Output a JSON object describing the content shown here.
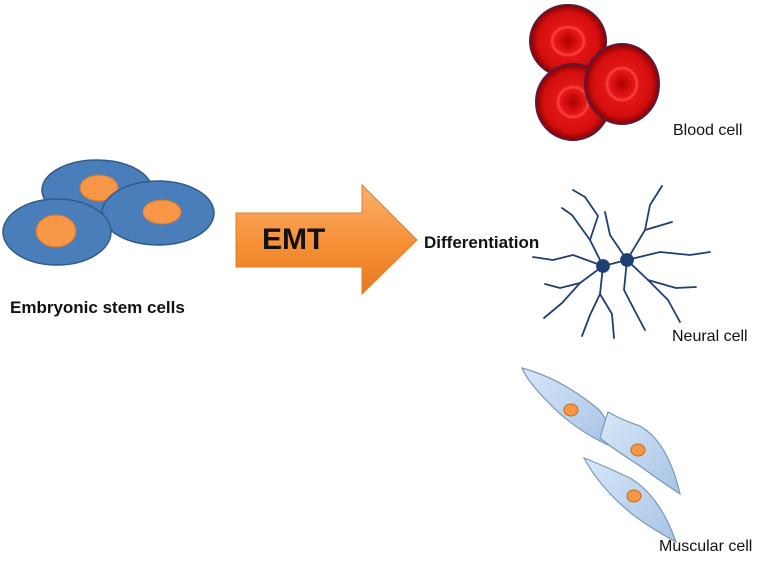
{
  "diagram": {
    "source_label": "Embryonic stem cells",
    "arrow_label": "EMT",
    "process_label": "Differentiation",
    "targets": [
      {
        "label": "Blood cell",
        "icon": "red-blood-cells-icon"
      },
      {
        "label": "Neural cell",
        "icon": "neuron-icon"
      },
      {
        "label": "Muscular cell",
        "icon": "muscle-cells-icon"
      }
    ]
  },
  "colors": {
    "stem_cell_body": "#4a7ebb",
    "stem_cell_nucleus": "#f79646",
    "arrow": "#f79646",
    "blood_cell": "#d01010",
    "neuron": "#1f3f73",
    "muscle_cell": "#b9d3f0",
    "muscle_nucleus": "#f79646"
  }
}
